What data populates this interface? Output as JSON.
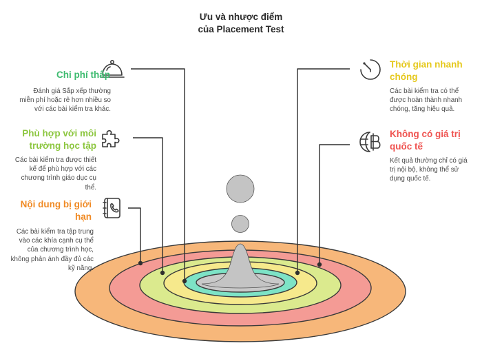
{
  "title": {
    "line1": "Ưu và nhược điểm",
    "line2": "của Placement Test"
  },
  "items": {
    "cost": {
      "heading": "Chi phí thấp",
      "description": "Đánh giá Sắp xếp thường miễn phí hoặc rẻ hơn nhiều so với các bài kiểm tra khác.",
      "color": "#3dbb6f",
      "icon": "cloche-icon"
    },
    "fit": {
      "heading": "Phù hợp với môi trường học tập",
      "description": "Các bài kiểm tra được thiết kế để phù hợp với các chương trình giáo dục cụ thể.",
      "color": "#8cc63f",
      "icon": "puzzle-piece-icon"
    },
    "limited": {
      "heading": "Nội dung bị giới hạn",
      "description": "Các bài kiểm tra tập trung vào các khía cạnh cụ thể của chương trình học, không phản ánh đầy đủ các kỹ năng.",
      "color": "#f08a24",
      "icon": "contact-book-icon"
    },
    "time": {
      "heading": "Thời gian nhanh chóng",
      "description": "Các bài kiểm tra có thể được hoàn thành nhanh chóng, tăng hiệu quả.",
      "color": "#e5c81c",
      "icon": "clock-icon"
    },
    "intl": {
      "heading": "Không có giá trị quốc tế",
      "description": "Kết quả thường chỉ có giá trị nội bộ, không thể sử dụng quốc tế.",
      "color": "#ef5350",
      "icon": "globe-currency-icon"
    }
  },
  "rings": {
    "outer_color": "#f7b77a",
    "ring2_color": "#f49b95",
    "ring3_color": "#dbea8e",
    "ring4_color": "#f6e98c",
    "ring5_color": "#7de3c6",
    "center_color": "#c9c9c9",
    "drop_color": "#c4c4c4"
  }
}
